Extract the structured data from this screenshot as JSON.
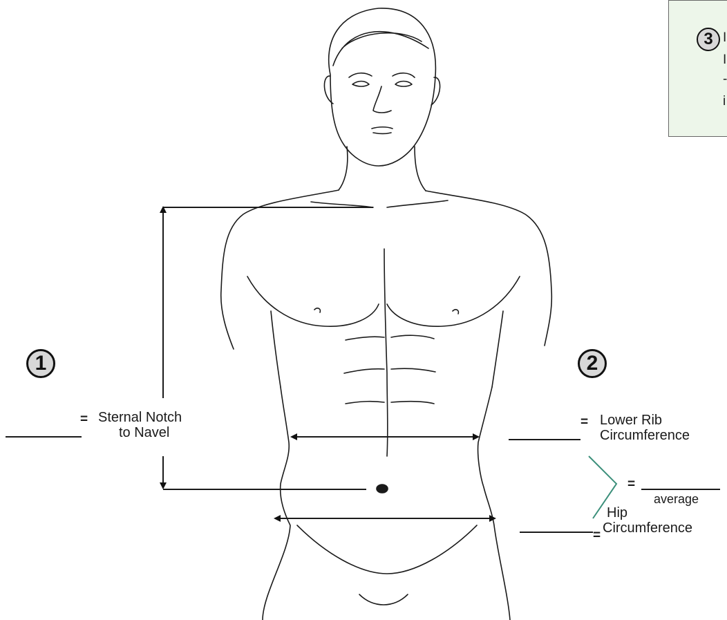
{
  "step1": {
    "badge": "1",
    "label_line1": "Sternal Notch",
    "label_line2": "to Navel",
    "equals": "="
  },
  "step2": {
    "badge": "2",
    "lower_rib_line1": "Lower Rib",
    "lower_rib_line2": "Circumference",
    "lower_rib_equals": "=",
    "hip_line1": "Hip",
    "hip_line2": "Circumference",
    "hip_equals": "=",
    "average_label": "average",
    "average_equals": "="
  },
  "step3": {
    "badge": "3",
    "fragments": [
      "I",
      "I",
      "-",
      "i"
    ]
  },
  "colors": {
    "bracket": "#3b8f7a",
    "note_bg": "#edf6ea",
    "badge_fill": "#d8d8d8",
    "ink": "#111111"
  },
  "icons": {
    "figure": "human-torso-outline-icon"
  }
}
